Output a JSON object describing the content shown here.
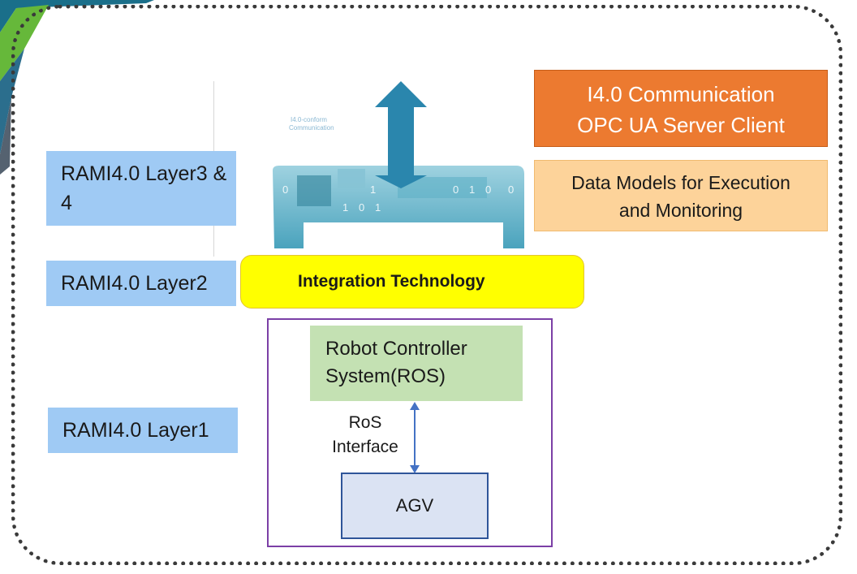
{
  "diagram": {
    "layers": {
      "layer34": "RAMI4.0 Layer3 & 4",
      "layer2": "RAMI4.0 Layer2",
      "layer1": "RAMI4.0 Layer1"
    },
    "communication_box": {
      "line1": "I4.0 Communication",
      "line2": "OPC UA Server Client"
    },
    "data_models_box": {
      "line1": "Data Models for Execution",
      "line2": "and Monitoring"
    },
    "integration_label": "Integration Technology",
    "robot_controller": {
      "line1": "Robot Controller",
      "line2": "System(ROS)"
    },
    "ros_interface": {
      "line1": "RoS",
      "line2": "Interface"
    },
    "agv_label": "AGV",
    "colors": {
      "layer_box": "#9fcaf4",
      "communication": "#ec7a30",
      "data_models": "#fdd39a",
      "integration": "#ffff00",
      "robot_controller": "#c4e1b3",
      "agv": "#dbe3f3",
      "container_border": "#7b3fa6"
    }
  }
}
